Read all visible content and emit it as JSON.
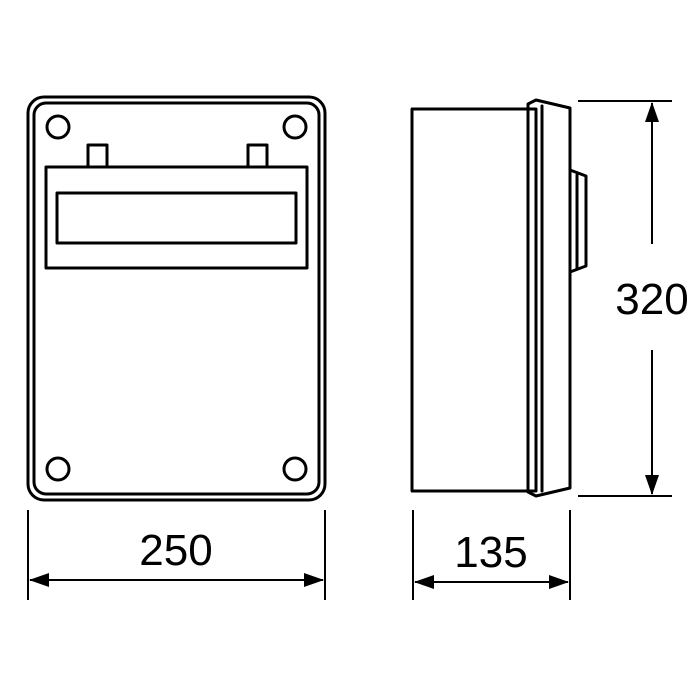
{
  "dimensions": {
    "width": "250",
    "depth": "135",
    "height": "320"
  },
  "colors": {
    "line": "#000000",
    "background": "#ffffff"
  }
}
